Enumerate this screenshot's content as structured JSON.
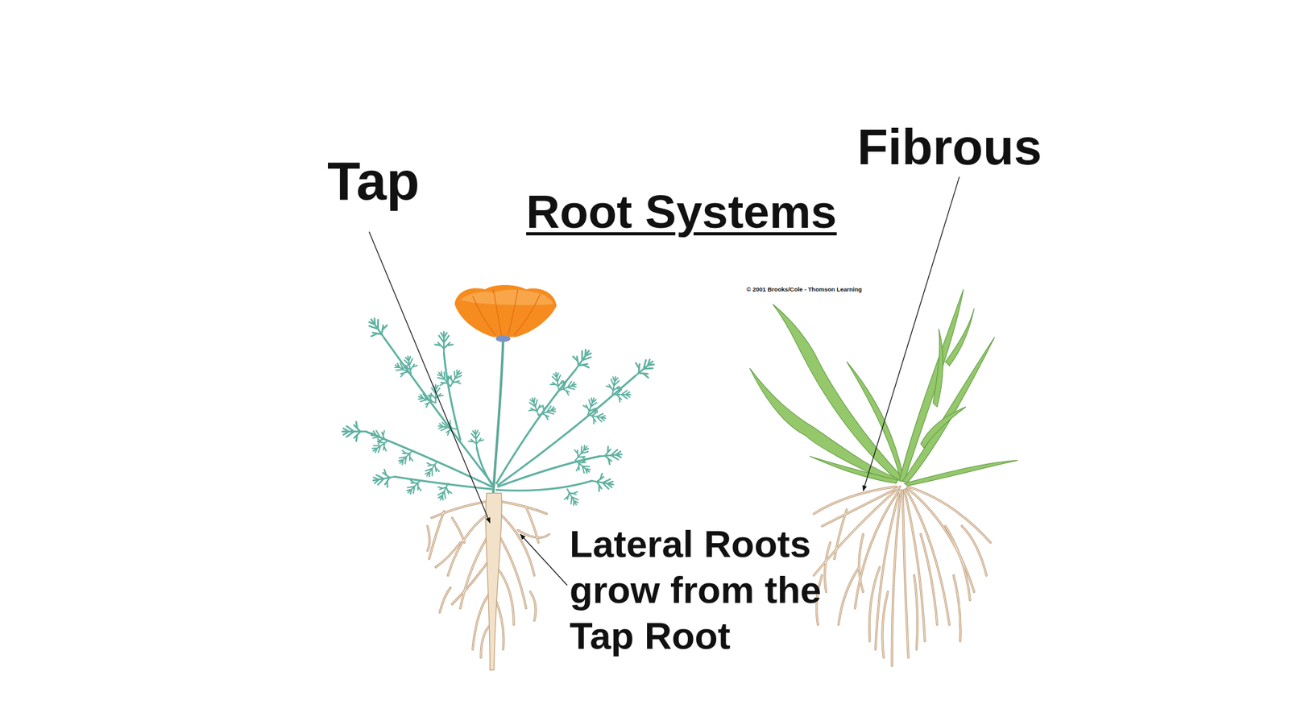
{
  "diagram": {
    "title": "Root Systems",
    "labels": [
      "Tap",
      "Fibrous",
      "© 2001 Brooks/Cole - Thomson Learning",
      "Lateral Roots grow from the Tap Root"
    ]
  }
}
